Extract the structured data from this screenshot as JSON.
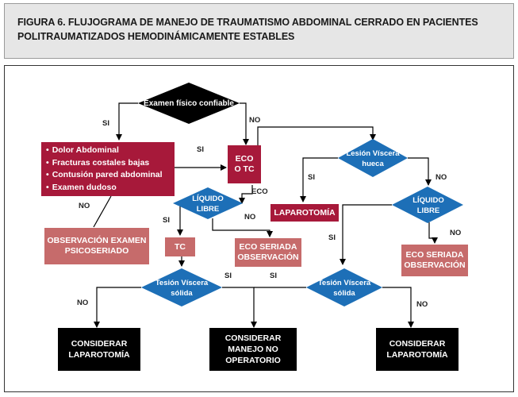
{
  "header": {
    "title": "FIGURA 6.  FLUJOGRAMA DE MANEJO DE TRAUMATISMO ABDOMINAL CERRADO EN PACIENTES POLITRAUMATIZADOS HEMODINÁMICAMENTE ESTABLES"
  },
  "nodes": {
    "examen_fisico": "Examen físico confiable",
    "symptoms": [
      "Dolor Abdominal",
      "Fracturas costales bajas",
      "Contusión pared abdominal",
      "Examen dudoso"
    ],
    "eco_o_tc": "ECO O TC",
    "liquido_libre_left": "LÍQUIDO LIBRE",
    "observacion": "OBSERVACIÓN EXAMEN PSICOSERIADO",
    "tc": "TC",
    "eco_seriada_left": "ECO SERIADA OBSERVACIÓN",
    "lesion_viscera_hueca": "Lesión Víscera hueca",
    "laparotomia": "LAPAROTOMÍA",
    "liquido_libre_right": "LÍQUIDO LIBRE",
    "eco_seriada_right": "ECO SERIADA OBSERVACIÓN",
    "tesion_left": "Tesión Víscera sólida",
    "tesion_right": "Tesión Víscera sólida",
    "considerar_laparotomia_left": "CONSIDERAR LAPAROTOMÍA",
    "considerar_manejo": "CONSIDERAR MANEJO NO OPERATORIO",
    "considerar_laparotomia_right": "CONSIDERAR LAPAROTOMÍA"
  },
  "labels": {
    "si": "SI",
    "no": "NO",
    "eco": "ECO"
  },
  "colors": {
    "diamond": "#1d6fb7",
    "box_dark": "#a7193a",
    "box_light": "#c66b6b",
    "box_black": "#000000"
  }
}
